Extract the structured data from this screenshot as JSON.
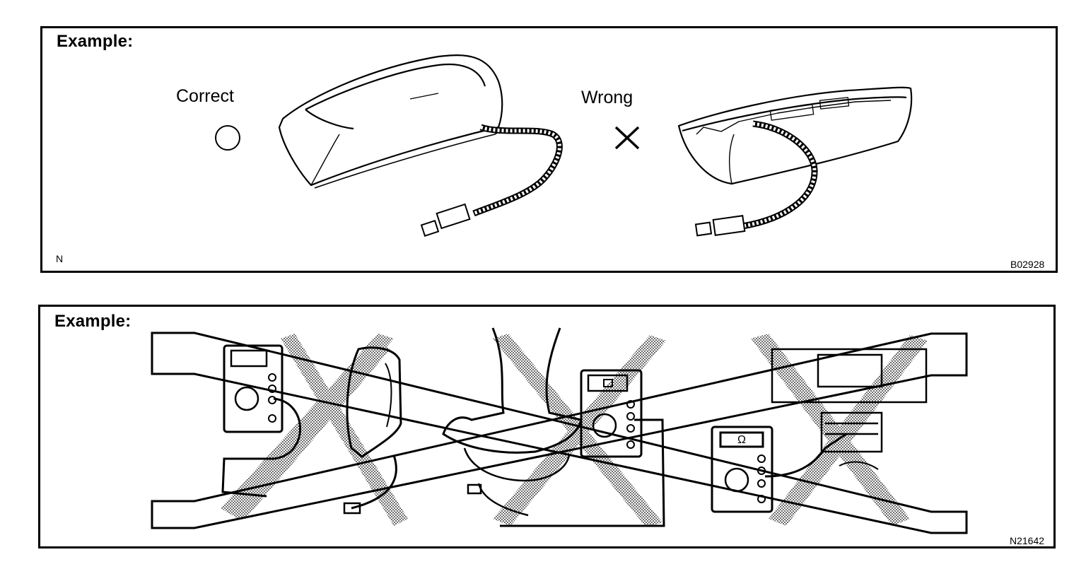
{
  "top_panel": {
    "heading": "Example:",
    "correct_label": "Correct",
    "wrong_label": "Wrong",
    "corner_mark": "N",
    "figure_code": "B02928",
    "correct_icon": "circle-icon",
    "wrong_icon": "cross-icon"
  },
  "bottom_panel": {
    "heading": "Example:",
    "figure_code": "N21642",
    "meter_symbol": "Ω"
  },
  "colors": {
    "line": "#000000",
    "background": "#ffffff",
    "strike_pattern": "#7a7a7a"
  }
}
